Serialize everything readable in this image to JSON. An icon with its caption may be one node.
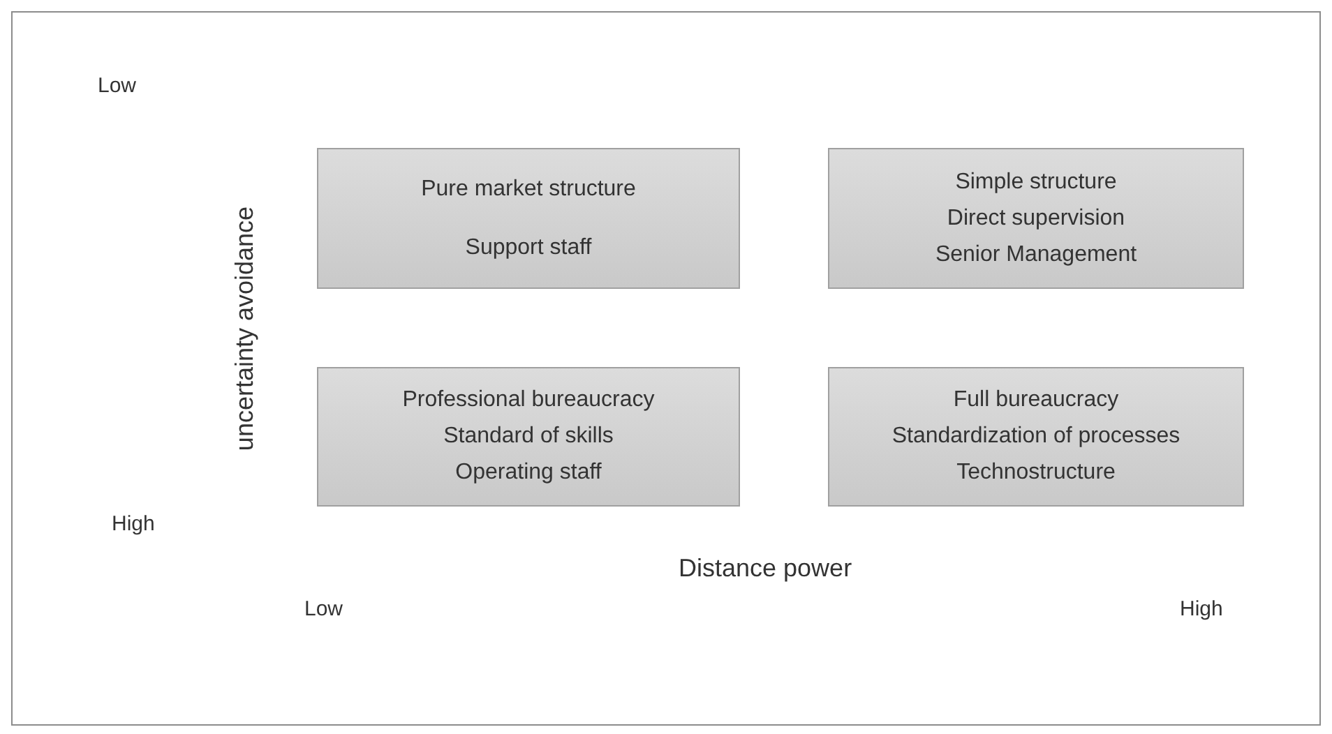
{
  "diagram": {
    "nodes": [
      {
        "text": [
          "Pure market structure",
          "Support staff"
        ]
      },
      {
        "text": [
          "Simple structure",
          "Direct supervision",
          "Senior Management"
        ]
      },
      {
        "text": [
          "Professional bureaucracy",
          "Standard of skills",
          "Operating staff"
        ]
      },
      {
        "text": [
          "Full bureaucracy",
          "Standardization of processes",
          "Technostructure"
        ]
      }
    ],
    "labels": [
      "Low",
      "uncertainty avoidance",
      "High",
      "Distance power",
      "Low",
      "High"
    ]
  }
}
